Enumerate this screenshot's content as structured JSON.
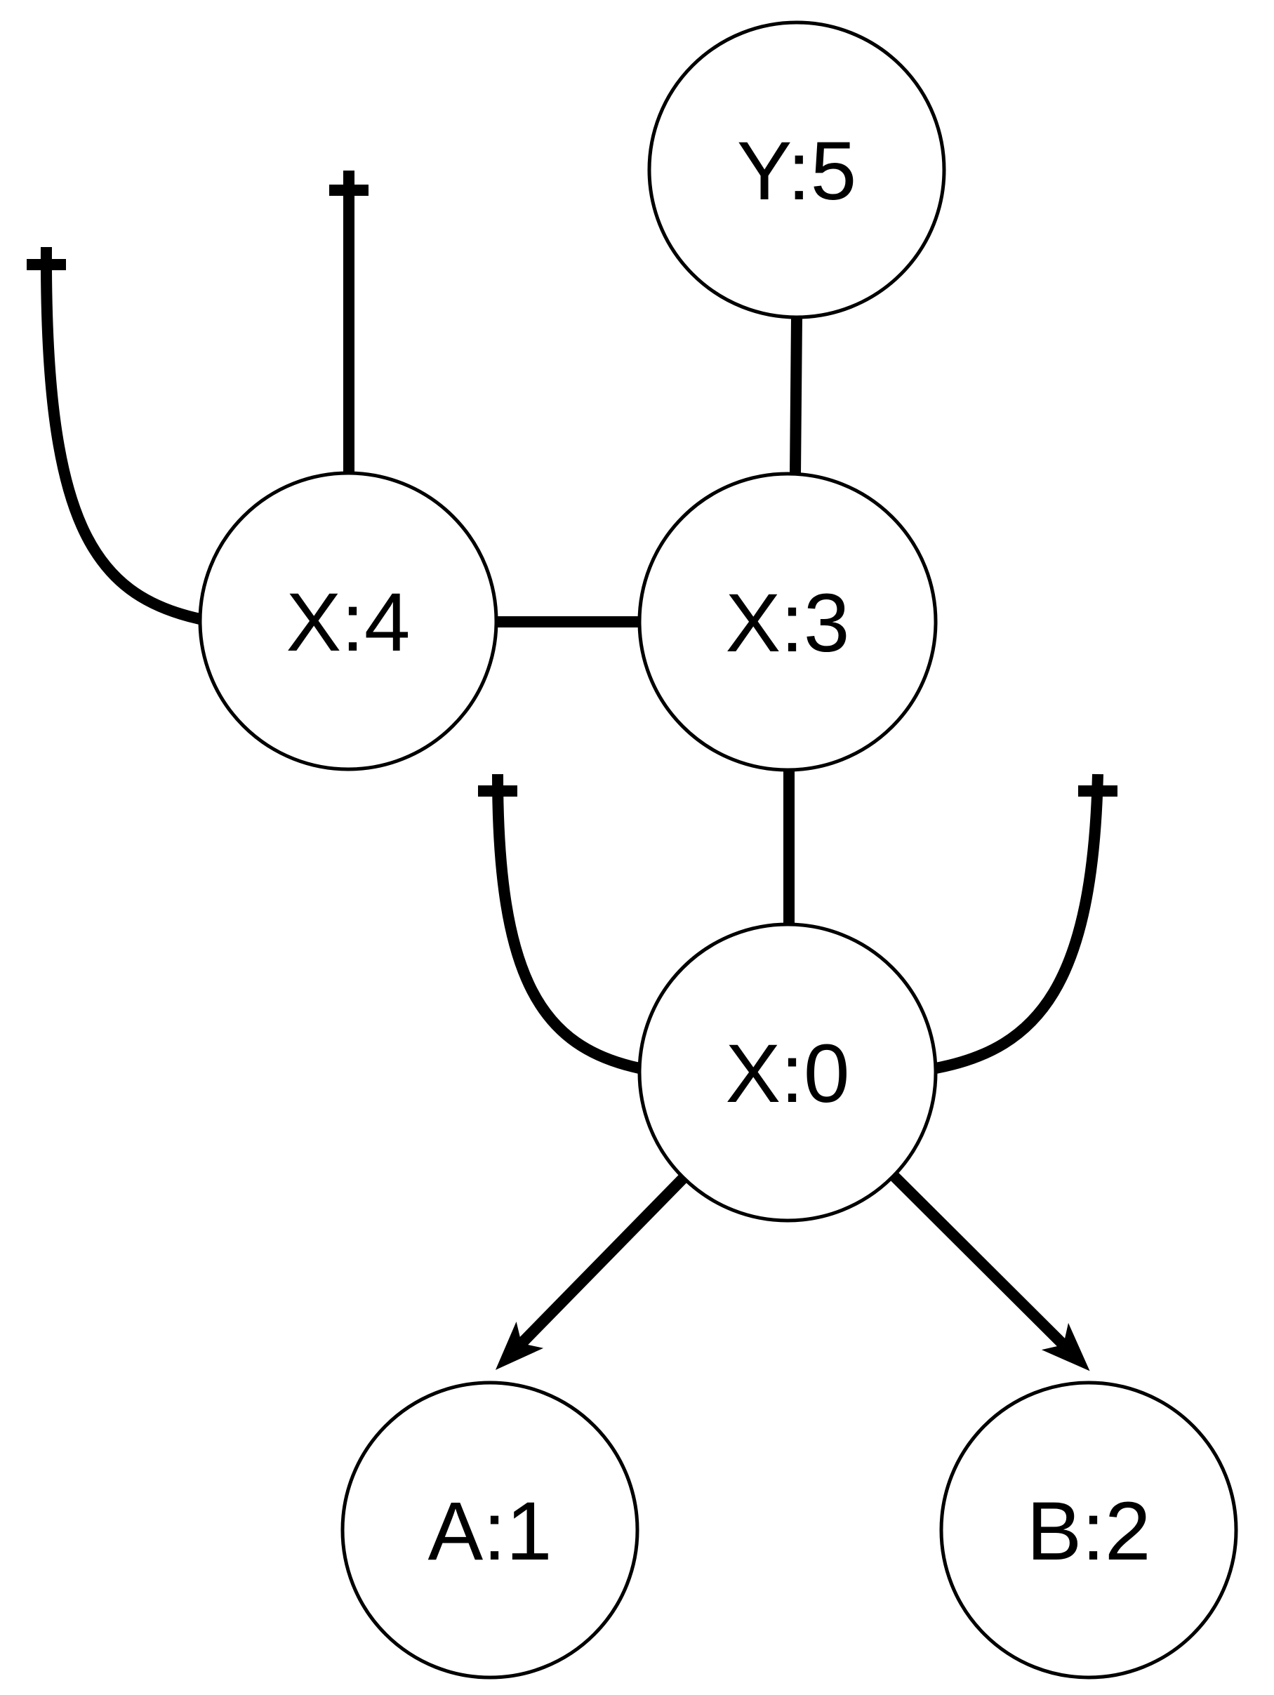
{
  "diagram": {
    "type": "graph",
    "background_color": "#ffffff",
    "stroke_color": "#000000",
    "node_fill_color": "#ffffff",
    "nodes": [
      {
        "id": "Y5",
        "label": "Y:5"
      },
      {
        "id": "X4",
        "label": "X:4"
      },
      {
        "id": "X3",
        "label": "X:3"
      },
      {
        "id": "X0",
        "label": "X:0"
      },
      {
        "id": "A1",
        "label": "A:1"
      },
      {
        "id": "B2",
        "label": "B:2"
      }
    ],
    "edges": [
      {
        "from": "Y5",
        "to": "X3",
        "style": "plain-line"
      },
      {
        "from": "X4",
        "to": "X3",
        "style": "plain-line"
      },
      {
        "from": "X3",
        "to": "X0",
        "style": "plain-line"
      },
      {
        "from": "X0",
        "to": "A1",
        "style": "arrow"
      },
      {
        "from": "X0",
        "to": "B2",
        "style": "arrow"
      },
      {
        "from": "X4",
        "to": null,
        "style": "cross-tee-terminator",
        "direction": "up"
      },
      {
        "from": "X4",
        "to": null,
        "style": "cross-tee-terminator",
        "direction": "up-left-curve"
      },
      {
        "from": "X0",
        "to": null,
        "style": "cross-tee-terminator",
        "direction": "up-left-curve"
      },
      {
        "from": "X0",
        "to": null,
        "style": "cross-tee-terminator",
        "direction": "up-right-curve"
      }
    ]
  }
}
